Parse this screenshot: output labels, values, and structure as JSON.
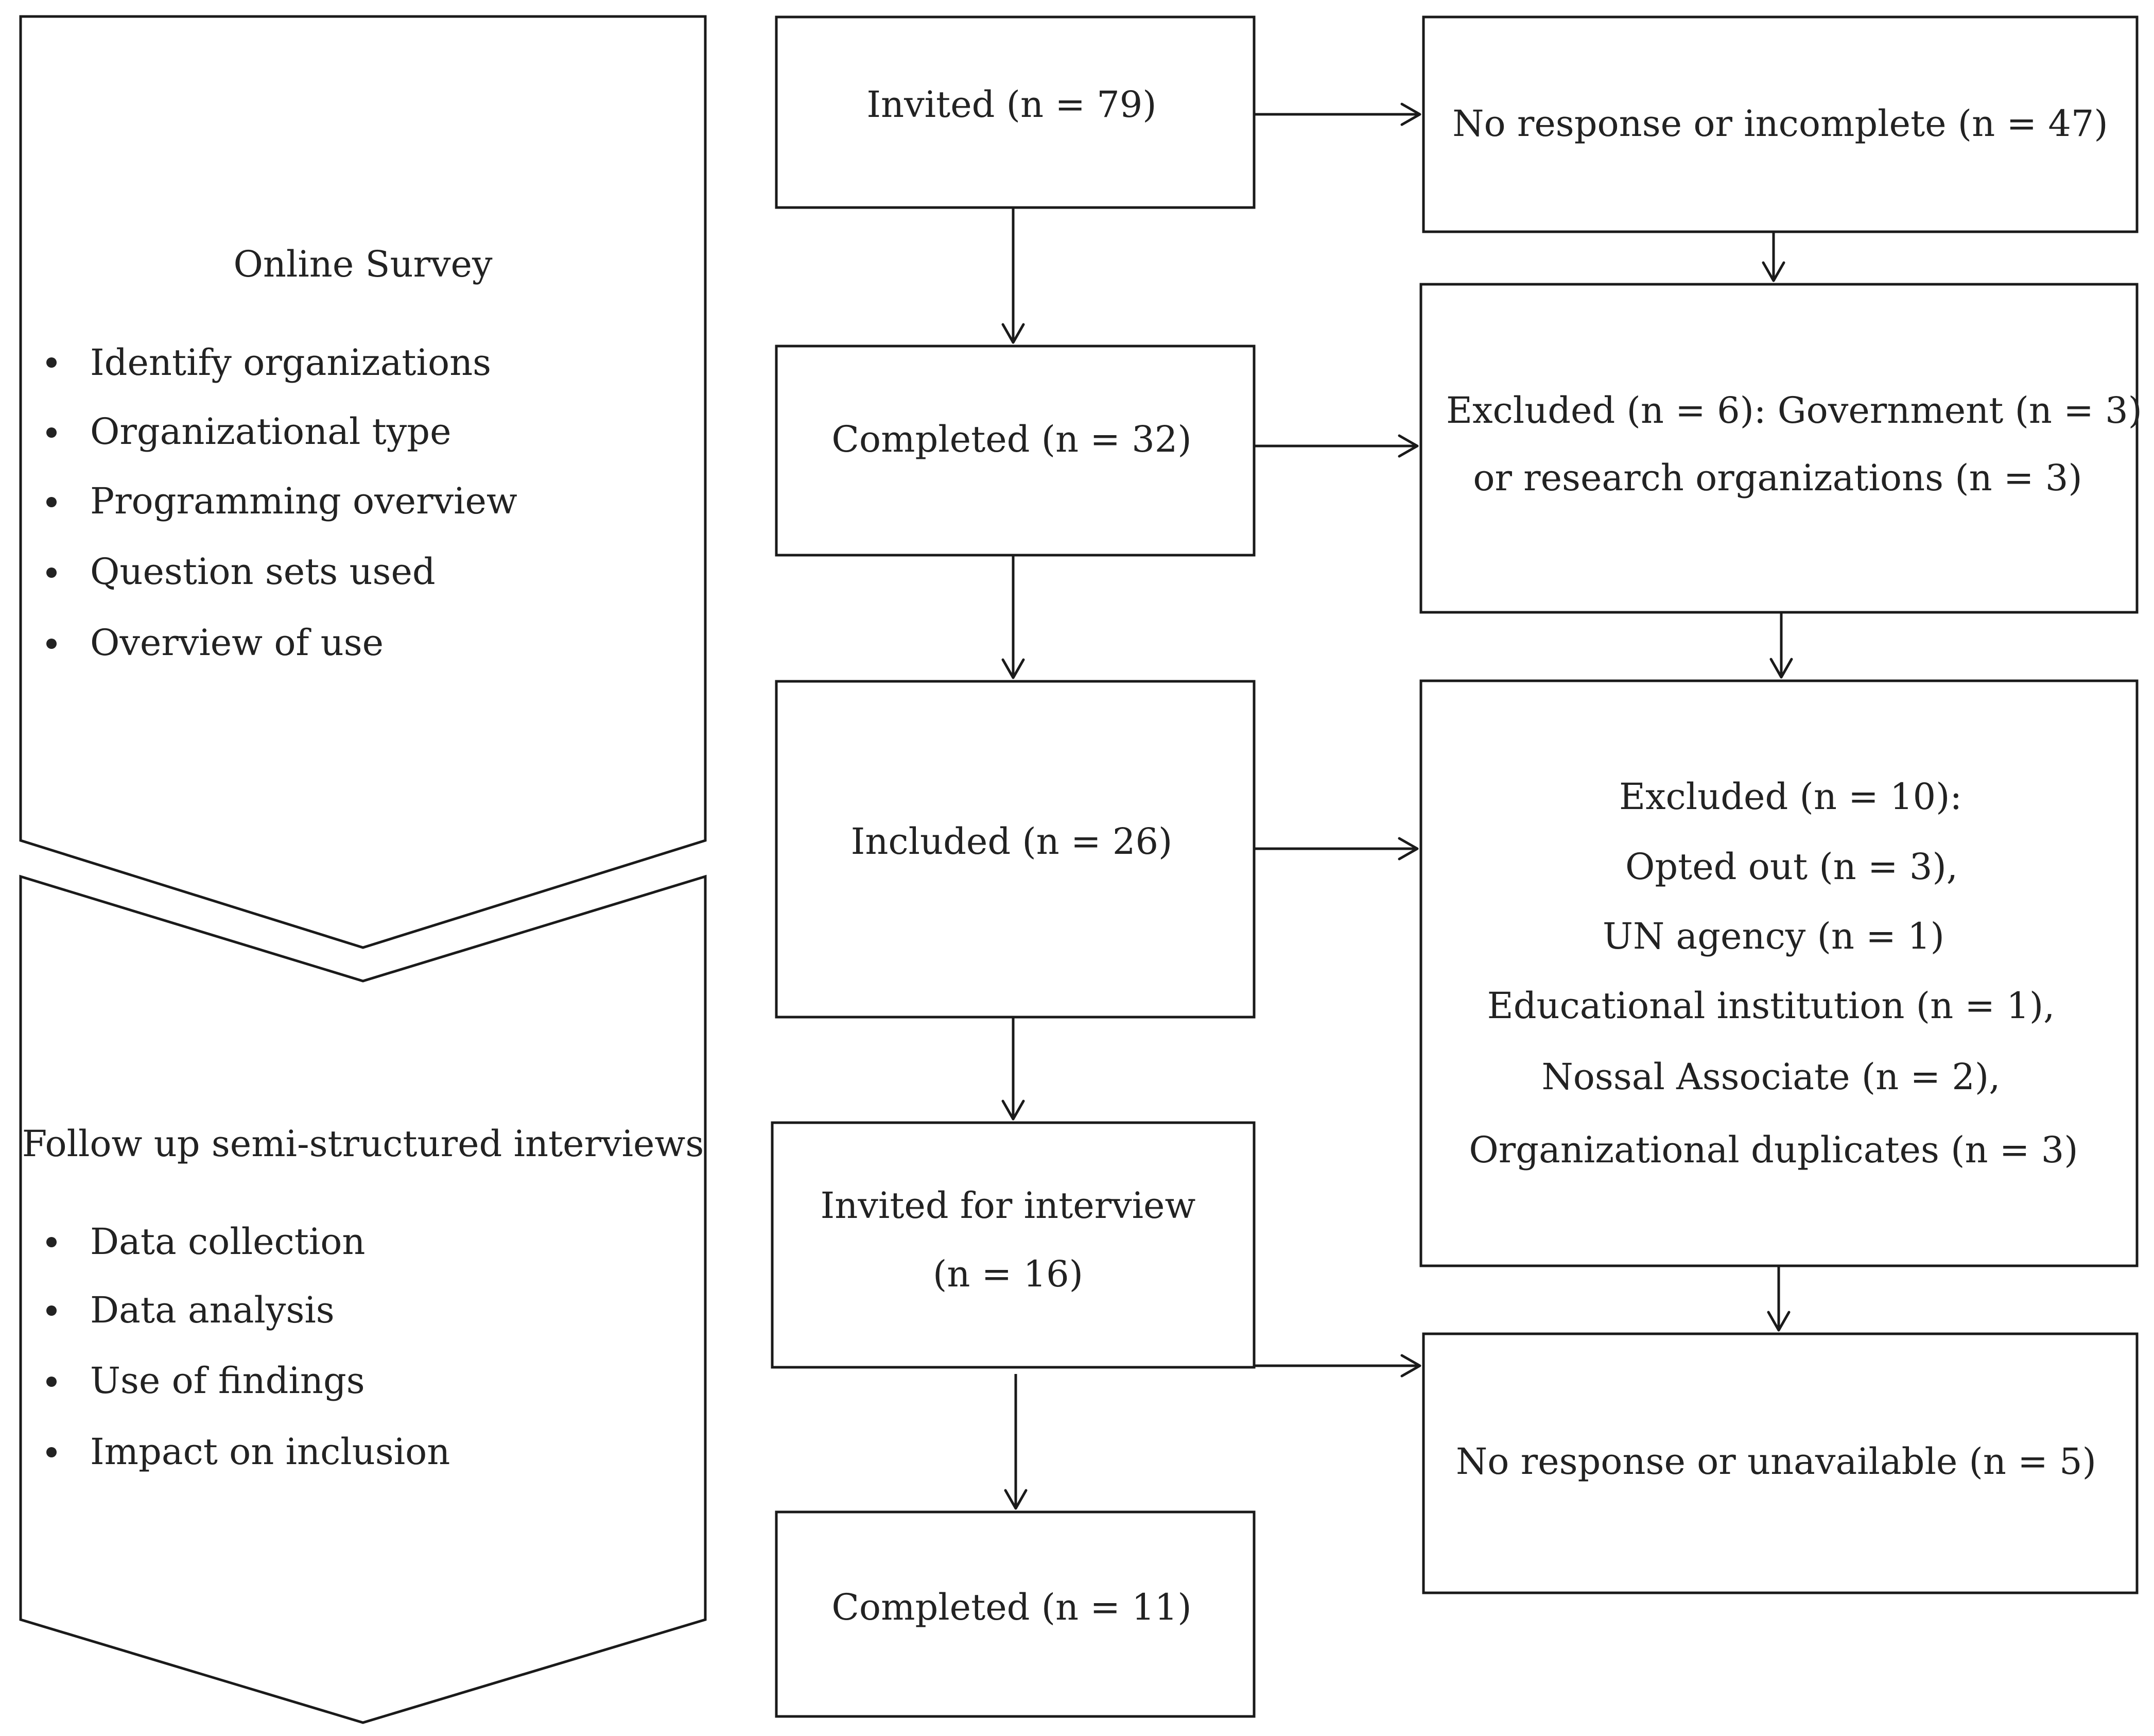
{
  "phases": [
    {
      "title": "Online Survey",
      "bullets": [
        "Identify organizations",
        "Organizational type",
        "Programming overview",
        "Question sets used",
        "Overview of use"
      ]
    },
    {
      "title": "Follow up semi-structured interviews",
      "bullets": [
        "Data collection",
        "Data analysis",
        "Use of findings",
        "Impact on inclusion"
      ]
    }
  ],
  "flow": {
    "invited": "Invited (n = 79)",
    "completed_survey": "Completed (n = 32)",
    "included": "Included (n = 26)",
    "invited_interview": [
      "Invited for interview",
      "(n = 16)"
    ],
    "completed_interview": "Completed (n = 11)"
  },
  "exclusions": {
    "no_response": "No response or incomplete (n = 47)",
    "excluded_first": [
      "Excluded (n = 6): Government (n = 3)",
      "or research organizations (n = 3)"
    ],
    "excluded_second": [
      "Excluded (n = 10):",
      "Opted out (n = 3),",
      "UN agency (n = 1)",
      "Educational institution (n = 1),",
      "Nossal Associate (n = 2),",
      "Organizational duplicates (n = 3)"
    ],
    "unavailable": "No response or unavailable (n = 5)"
  }
}
